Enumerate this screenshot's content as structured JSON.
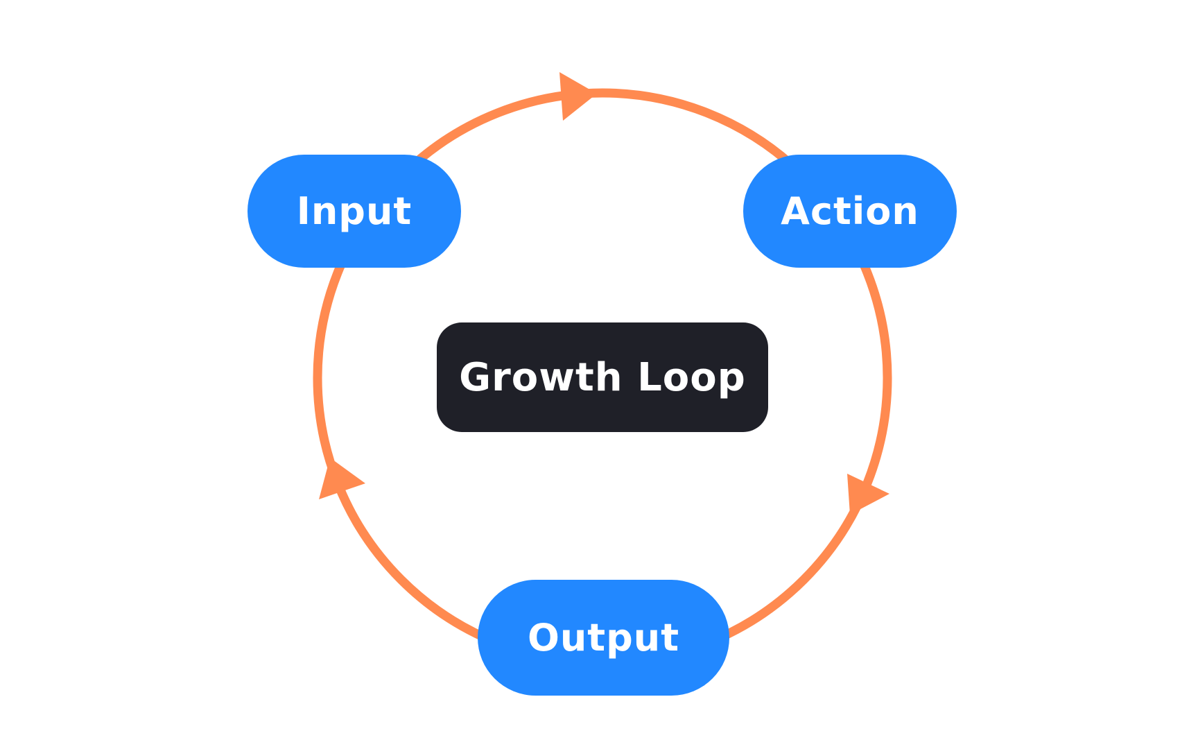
{
  "diagram": {
    "center_label": "Growth Loop",
    "nodes": [
      {
        "id": "input",
        "label": "Input"
      },
      {
        "id": "action",
        "label": "Action"
      },
      {
        "id": "output",
        "label": "Output"
      }
    ],
    "edges": [
      {
        "from": "input",
        "to": "action"
      },
      {
        "from": "action",
        "to": "output"
      },
      {
        "from": "output",
        "to": "input"
      }
    ]
  },
  "colors": {
    "node_fill": "#2288FF",
    "center_fill": "#1F2028",
    "loop_stroke": "#FF8A50",
    "text": "#FFFFFF",
    "background": "#FFFFFF"
  }
}
